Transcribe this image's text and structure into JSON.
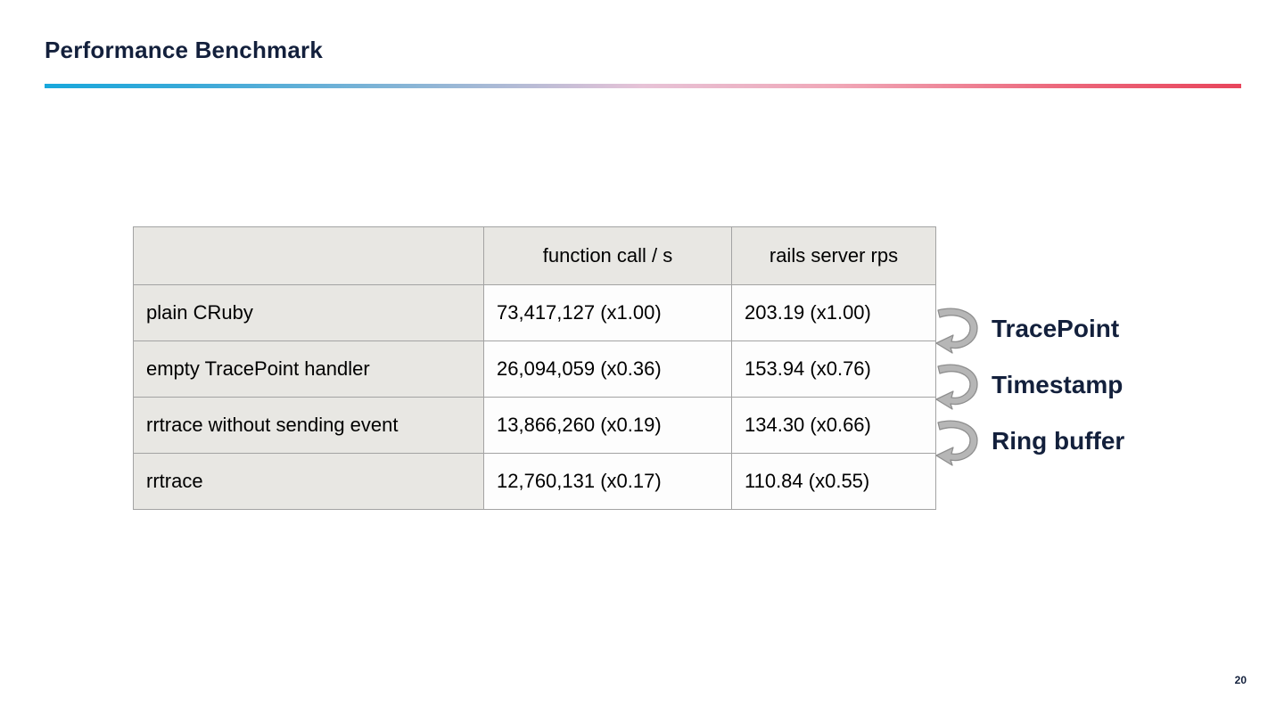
{
  "slide": {
    "title": "Performance Benchmark",
    "page_number": "20",
    "accent_gradient_start": "#18a8dc",
    "accent_gradient_mid": "#e7c3d7",
    "accent_gradient_end": "#e8455c",
    "title_color": "#13203c"
  },
  "table": {
    "corner_header": "",
    "columns": [
      "",
      "function call / s",
      "rails server rps"
    ],
    "header_bg": "#e8e7e3",
    "label_bg": "#e8e7e3",
    "value_bg": "#fdfdfd",
    "border_color": "#a3a3a3",
    "rows": [
      {
        "label": "plain CRuby",
        "function_call_per_s": "73,417,127 (x1.00)",
        "rails_server_rps": "203.19 (x1.00)"
      },
      {
        "label": "empty TracePoint handler",
        "function_call_per_s": "26,094,059 (x0.36)",
        "rails_server_rps": "153.94 (x0.76)"
      },
      {
        "label": "rrtrace without sending event",
        "function_call_per_s": "13,866,260 (x0.19)",
        "rails_server_rps": "134.30 (x0.66)"
      },
      {
        "label": "rrtrace",
        "function_call_per_s": "12,760,131 (x0.17)",
        "rails_server_rps": "110.84 (x0.55)"
      }
    ]
  },
  "annotations": {
    "arrow_icon": "curved-loop-arrow-icon",
    "arrow_fill": "#b6b6b6",
    "arrow_outline": "#8f8f8f",
    "items": [
      {
        "label": "TracePoint"
      },
      {
        "label": "Timestamp"
      },
      {
        "label": "Ring buffer"
      }
    ]
  }
}
